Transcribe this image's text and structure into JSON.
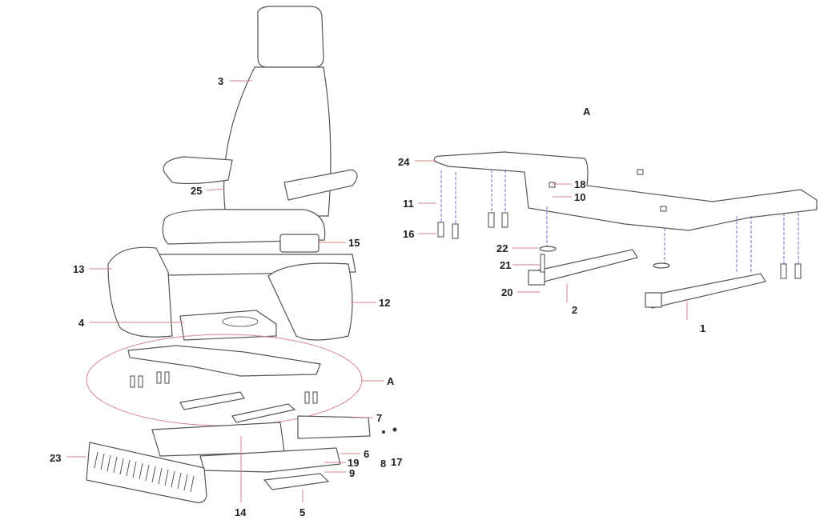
{
  "title": "Seat assembly exploded view",
  "detail_marker": "A",
  "detail_title": "A",
  "colors": {
    "leader": "#d9848f",
    "detail_ellipse": "#d9848f",
    "axis": "#6670c0",
    "outline": "#555555"
  },
  "callouts_main": {
    "headrest_backrest": "3",
    "armrest": "25",
    "control_box": "15",
    "left_side_cover": "13",
    "right_side_cover": "12",
    "top_plate": "4",
    "detail_ref": "A",
    "bracket": "7",
    "base_frame": "6",
    "washer": "8",
    "nut": "17",
    "screw": "19",
    "washer_lower": "9",
    "front_grille": "23",
    "base_tray": "14",
    "mount_plate": "5"
  },
  "callouts_detail": {
    "adapter_plate": "24",
    "nut": "18",
    "washer_top": "10",
    "washer": "11",
    "bolt": "16",
    "spacer": "22",
    "stud": "21",
    "pin": "20",
    "rail_left": "2",
    "rail_right": "1"
  }
}
